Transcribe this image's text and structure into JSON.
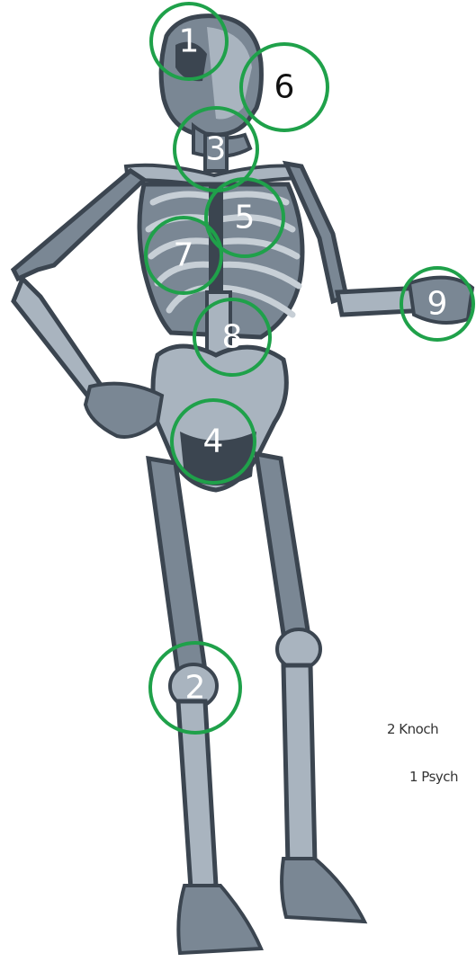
{
  "colors": {
    "bone_dark": "#3b4550",
    "bone_mid": "#7a8794",
    "bone_light": "#a9b4bf",
    "bone_highlight": "#c7cfd6",
    "marker": "#1fa14a"
  },
  "markers": [
    {
      "label": "1"
    },
    {
      "label": "6"
    },
    {
      "label": "3"
    },
    {
      "label": "5"
    },
    {
      "label": "7"
    },
    {
      "label": "9"
    },
    {
      "label": "8"
    },
    {
      "label": "4"
    },
    {
      "label": "2"
    }
  ],
  "captions": {
    "knochen": "2 Knoch",
    "psych": "1 Psych"
  }
}
